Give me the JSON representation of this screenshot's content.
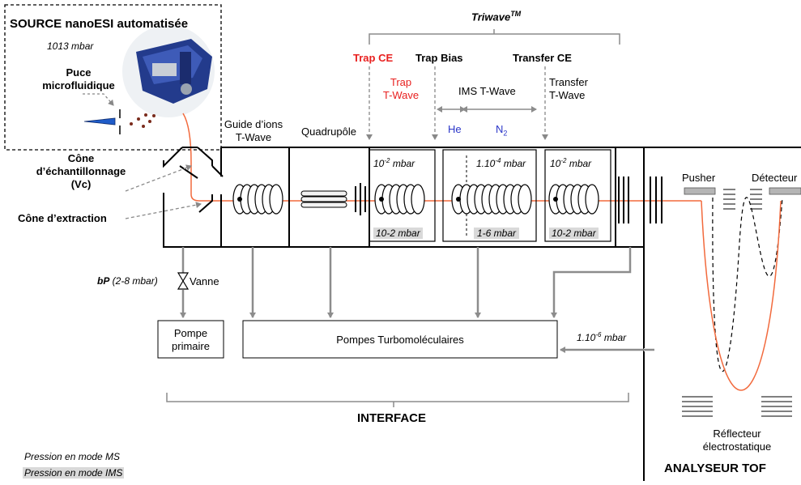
{
  "source": {
    "title": "SOURCE nanoESI automatisée",
    "pressure": "1013 mbar",
    "chip_label_1": "Puce",
    "chip_label_2": "microfluidique"
  },
  "sampling_cone": {
    "l1": "Cône",
    "l2": "d’échantillonnage",
    "l3": "(Vc)"
  },
  "extraction_cone": "Cône d’extraction",
  "guide": {
    "l1": "Guide d’ions",
    "l2": "T-Wave"
  },
  "quadrupole": "Quadrupôle",
  "triwave": {
    "name": "Triwave",
    "sup": "TM"
  },
  "trap_ce": "Trap CE",
  "trap_bias": "Trap Bias",
  "transfer_ce": "Transfer CE",
  "trap_twave": {
    "l1": "Trap",
    "l2": "T-Wave"
  },
  "ims_twave": "IMS T-Wave",
  "transfer_twave": {
    "l1": "Transfer",
    "l2": "T-Wave"
  },
  "gases": {
    "he": "He",
    "n2_base": "N",
    "n2_sub": "2"
  },
  "cells": {
    "trap_ms": {
      "base": "10",
      "exp": "-2",
      "unit": " mbar"
    },
    "trap_ims": "10-2  mbar",
    "ims_ms": {
      "base": "1.10",
      "exp": "-4",
      "unit": " mbar"
    },
    "ims_ims": "1-6 mbar",
    "transfer_ms": {
      "base": "10",
      "exp": "-2",
      "unit": " mbar"
    },
    "transfer_ims": "10-2  mbar"
  },
  "valve": {
    "bp": "bP",
    "range": " (2-8 mbar)",
    "name": "Vanne"
  },
  "primary_pump": {
    "l1": "Pompe",
    "l2": "primaire"
  },
  "turbo_pumps": "Pompes Turbomoléculaires",
  "tof_pressure": {
    "base": "1.10",
    "exp": "-6",
    "unit": " mbar"
  },
  "pusher": "Pusher",
  "detector": "Détecteur",
  "reflector": {
    "l1": "Réflecteur",
    "l2": "électrostatique"
  },
  "interface": "INTERFACE",
  "analyser": "ANALYSEUR TOF",
  "legend": {
    "ms": "Pression en mode MS",
    "ims": "Pression en mode IMS"
  },
  "colors": {
    "ion_path": "#f26a3d",
    "accent_red": "#e8201f",
    "gas_blue": "#2a35c8",
    "ims_shade": "#d9d9d9",
    "arrow_gray": "#8c8c8c"
  }
}
